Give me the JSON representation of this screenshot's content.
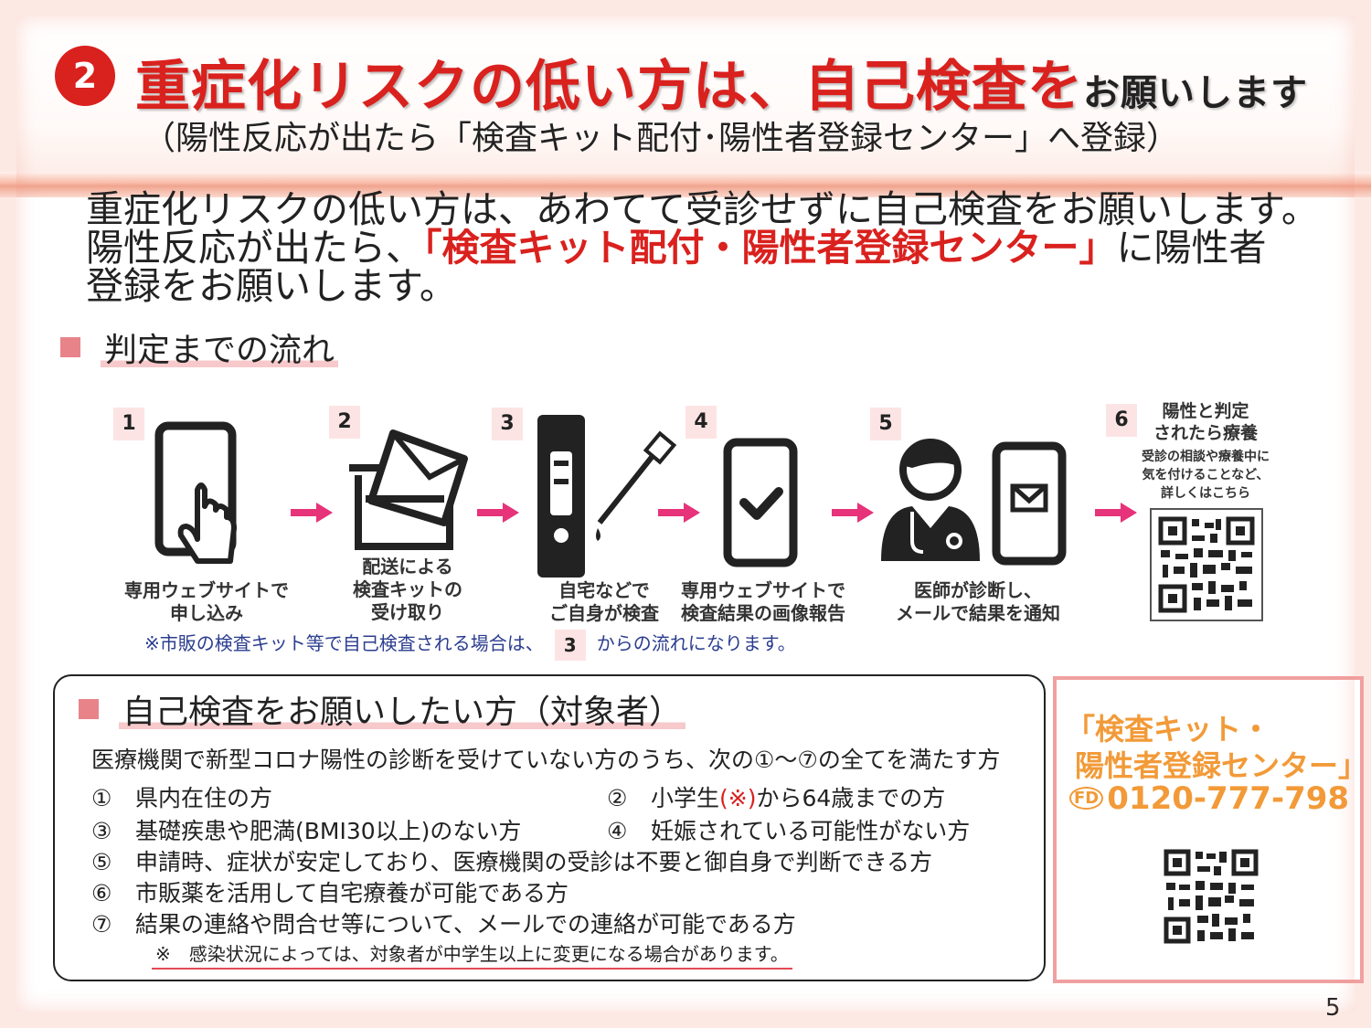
{
  "header": {
    "number": "2",
    "title_main": "重症化リスクの低い方は、自己検査を",
    "title_tail": "お願いします",
    "subtitle": "（陽性反応が出たら「検査キット配付･陽性者登録センター」へ登録）"
  },
  "intro": {
    "line1": "重症化リスクの低い方は、あわてて受診せずに自己検査をお願いします。",
    "line2_a": "陽性反応が出たら、",
    "line2_highlight": "「検査キット配付・陽性者登録センター」",
    "line2_b": "に陽性者",
    "line3": "登録をお願いします。"
  },
  "flow": {
    "heading": "判定までの流れ",
    "steps": [
      {
        "num": "1",
        "caption_l1": "専用ウェブサイトで",
        "caption_l2": "申し込み"
      },
      {
        "num": "2",
        "caption_l1": "配送による",
        "caption_l2": "検査キットの",
        "caption_l3": "受け取り"
      },
      {
        "num": "3",
        "caption_l1": "自宅などで",
        "caption_l2": "ご自身が検査"
      },
      {
        "num": "4",
        "caption_l1": "専用ウェブサイトで",
        "caption_l2": "検査結果の画像報告"
      },
      {
        "num": "5",
        "caption_l1": "医師が診断し、",
        "caption_l2": "メールで結果を通知"
      },
      {
        "num": "6",
        "caption_l1": "陽性と判定",
        "caption_l2": "されたら療養",
        "caption_l3": "受診の相談や療養中に",
        "caption_l4": "気を付けることなど、",
        "caption_l5": "詳しくはこちら"
      }
    ],
    "note_a": "※市販の検査キット等で自己検査される場合は、",
    "note_num": "3",
    "note_b": "からの流れになります。"
  },
  "target": {
    "heading": "自己検査をお願いしたい方（対象者）",
    "lead": "医療機関で新型コロナ陽性の診断を受けていない方のうち、次の①～⑦の全てを満たす方",
    "items": [
      {
        "mark": "①",
        "text": "県内在住の方"
      },
      {
        "mark": "②",
        "text_a": "小学生",
        "text_red": "(※)",
        "text_b": "から64歳までの方"
      },
      {
        "mark": "③",
        "text": "基礎疾患や肥満(BMI30以上)のない方"
      },
      {
        "mark": "④",
        "text": "妊娠されている可能性がない方"
      },
      {
        "mark": "⑤",
        "text": "申請時、症状が安定しており、医療機関の受診は不要と御自身で判断できる方"
      },
      {
        "mark": "⑥",
        "text": "市販薬を活用して自宅療養が可能である方"
      },
      {
        "mark": "⑦",
        "text": "結果の連絡や問合せ等について、メールでの連絡が可能である方"
      }
    ],
    "note": "※　感染状況によっては、対象者が中学生以上に変更になる場合があります。"
  },
  "center": {
    "name_l1": "「検査キット・",
    "name_l2": "陽性者登録センター」",
    "freedial_mark": "FD",
    "tel": "0120-777-798"
  },
  "page_number": "5",
  "colors": {
    "accent_red": "#d9211e",
    "pink_marker": "#e8838a",
    "arrow_pink": "#e6337a",
    "center_orange": "#f29a38",
    "note_blue": "#2b3d8f"
  }
}
